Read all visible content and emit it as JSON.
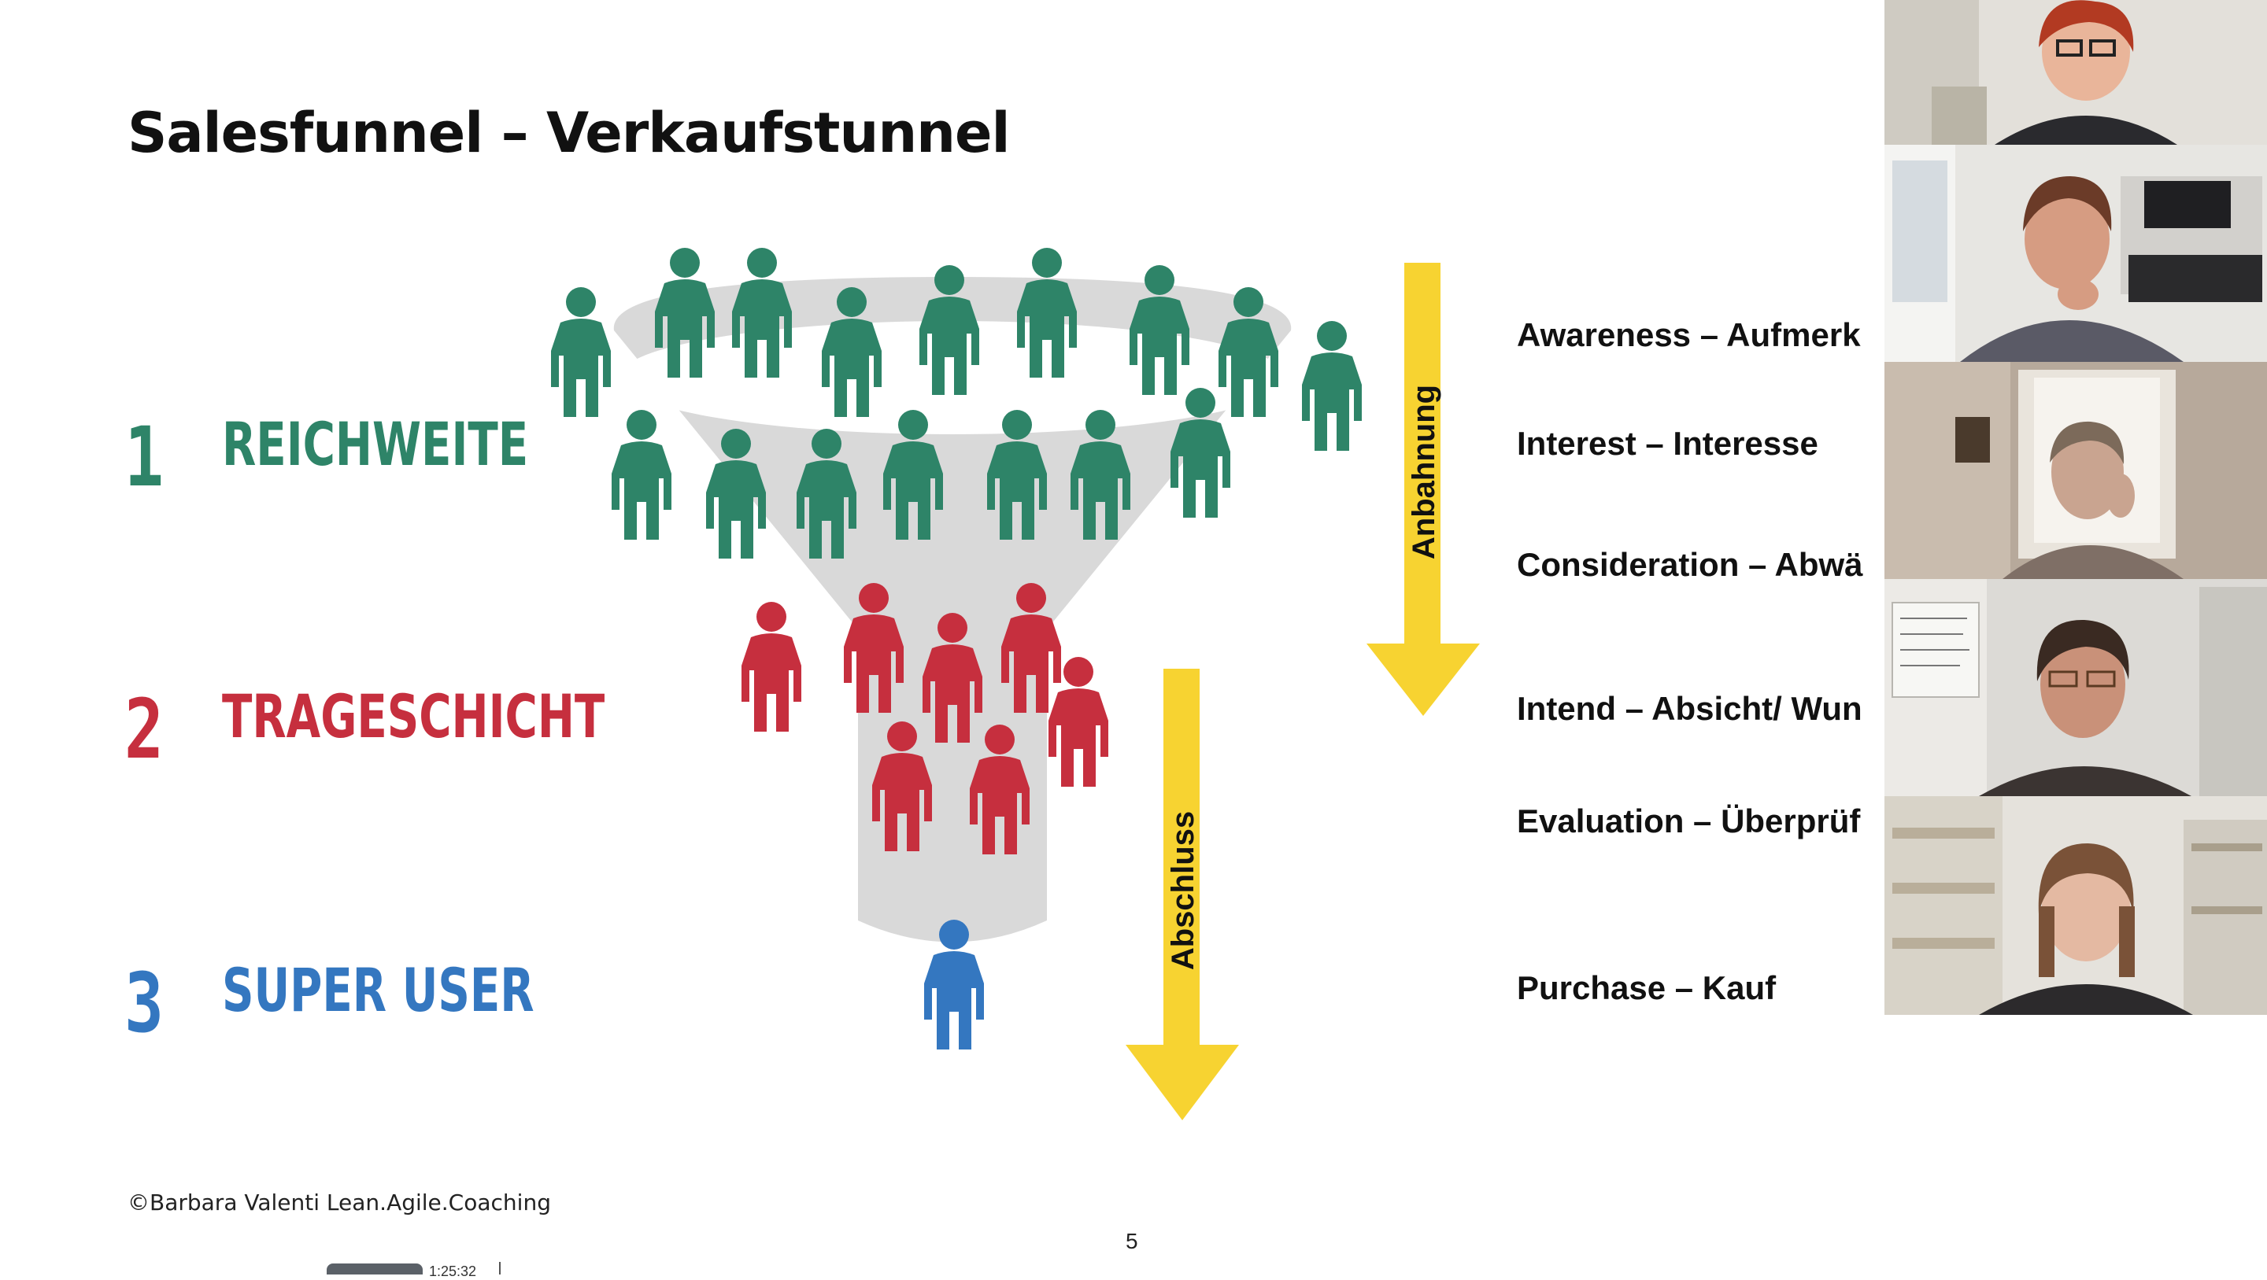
{
  "slide": {
    "title": "Salesfunnel – Verkaufstunnel",
    "stages": [
      {
        "number": "1",
        "label": "REICHWEITE",
        "color": "#2e8468"
      },
      {
        "number": "2",
        "label": "TRAGESCHICHT",
        "color": "#c62f3e"
      },
      {
        "number": "3",
        "label": "SUPER USER",
        "color": "#3477c0"
      }
    ],
    "arrows": {
      "first": "Anbahnung",
      "second": "Abschluss",
      "color": "#f7d331"
    },
    "aida": [
      "Awareness – Aufmerk",
      "Interest – Interesse",
      "Consideration – Abwä",
      "Intend – Absicht/ Wun",
      "Evaluation – Überprüf",
      "Purchase – Kauf"
    ],
    "copyright": "©Barbara Valenti Lean.Agile.Coaching",
    "page_number": "5"
  },
  "icons": {
    "person_reach": "person-icon",
    "funnel": "funnel-icon",
    "arrow": "arrow-down-icon"
  },
  "colors": {
    "funnel": "#d9d9d9",
    "reach": "#2e8468",
    "carry": "#c62f3e",
    "super": "#3477c0",
    "arrow": "#f7d331"
  },
  "video_tiles": [
    {
      "participant": "participant-1"
    },
    {
      "participant": "participant-2"
    },
    {
      "participant": "participant-3"
    },
    {
      "participant": "participant-4"
    },
    {
      "participant": "participant-5"
    }
  ],
  "player": {
    "timestamp": "1:25:32"
  }
}
